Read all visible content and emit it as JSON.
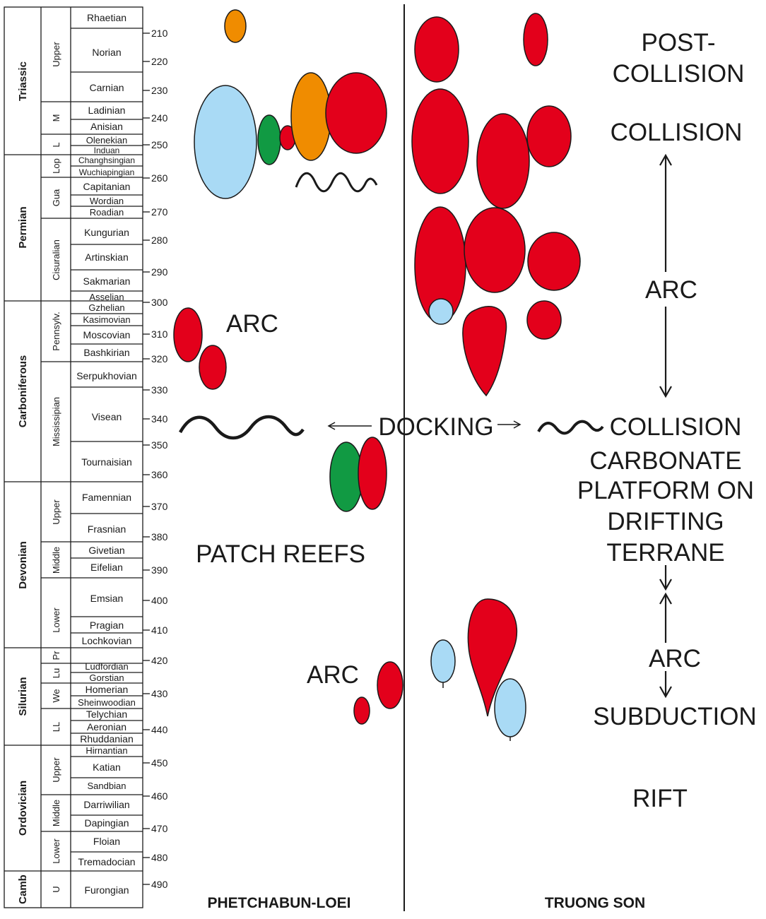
{
  "timescale": {
    "ticks": [
      "210",
      "220",
      "230",
      "240",
      "250",
      "260",
      "270",
      "280",
      "290",
      "300",
      "310",
      "320",
      "330",
      "340",
      "350",
      "360",
      "370",
      "380",
      "390",
      "400",
      "410",
      "420",
      "430",
      "440",
      "450",
      "460",
      "470",
      "480",
      "490"
    ],
    "periods": [
      {
        "label": "Triassic"
      },
      {
        "label": "Permian"
      },
      {
        "label": "Carboniferous"
      },
      {
        "label": "Devonian"
      },
      {
        "label": "Silurian"
      },
      {
        "label": "Ordovician"
      },
      {
        "label": "Camb"
      }
    ],
    "epochs": [
      "Upper",
      "M",
      "L",
      "Lop",
      "Gua",
      "Cisuralian",
      "Pennsylv.",
      "Mississipian",
      "Upper",
      "Middle",
      "Lower",
      "Pr",
      "Lu",
      "We",
      "LL",
      "Upper",
      "Middle",
      "Lower",
      "U"
    ],
    "stages": [
      "Rhaetian",
      "Norian",
      "Carnian",
      "Ladinian",
      "Anisian",
      "Olenekian",
      "Induan",
      "Changhsingian",
      "Wuchiapingian",
      "Capitanian",
      "Wordian",
      "Roadian",
      "Kungurian",
      "Artinskian",
      "Sakmarian",
      "Asselian",
      "Gzhelian",
      "Kasimovian",
      "Moscovian",
      "Bashkirian",
      "Serpukhovian",
      "Visean",
      "Tournaisian",
      "Famennian",
      "Frasnian",
      "Givetian",
      "Eifelian",
      "Emsian",
      "Pragian",
      "Lochkovian",
      "Ludfordian",
      "Gorstian",
      "Homerian",
      "Sheinwoodian",
      "Telychian",
      "Aeronian",
      "Rhuddanian",
      "Hirnantian",
      "Katian",
      "Sandbian",
      "Darriwilian",
      "Dapingian",
      "Floian",
      "Tremadocian",
      "Furongian"
    ]
  },
  "labels": {
    "post": "POST-",
    "post_collision": "COLLISION",
    "collision_upper": "COLLISION",
    "arc_upper": "ARC",
    "docking": "DOCKING",
    "collision_mid": "COLLISION",
    "carbonate_1": "CARBONATE",
    "carbonate_2": "PLATFORM ON",
    "carbonate_3": "DRIFTING",
    "carbonate_4": "TERRANE",
    "arc_lower": "ARC",
    "subduction": "SUBDUCTION",
    "rift": "RIFT",
    "arc_left": "ARC",
    "patch_reefs": "PATCH REEFS",
    "arc_silurian": "ARC",
    "col_left": "PHETCHABUN-LOEI",
    "col_right": "TRUONG SON"
  },
  "colors": {
    "red": "#e3001b",
    "orange": "#f08c00",
    "green": "#119a43",
    "light_blue": "#a9daf5",
    "outline": "#1a1a1a"
  }
}
